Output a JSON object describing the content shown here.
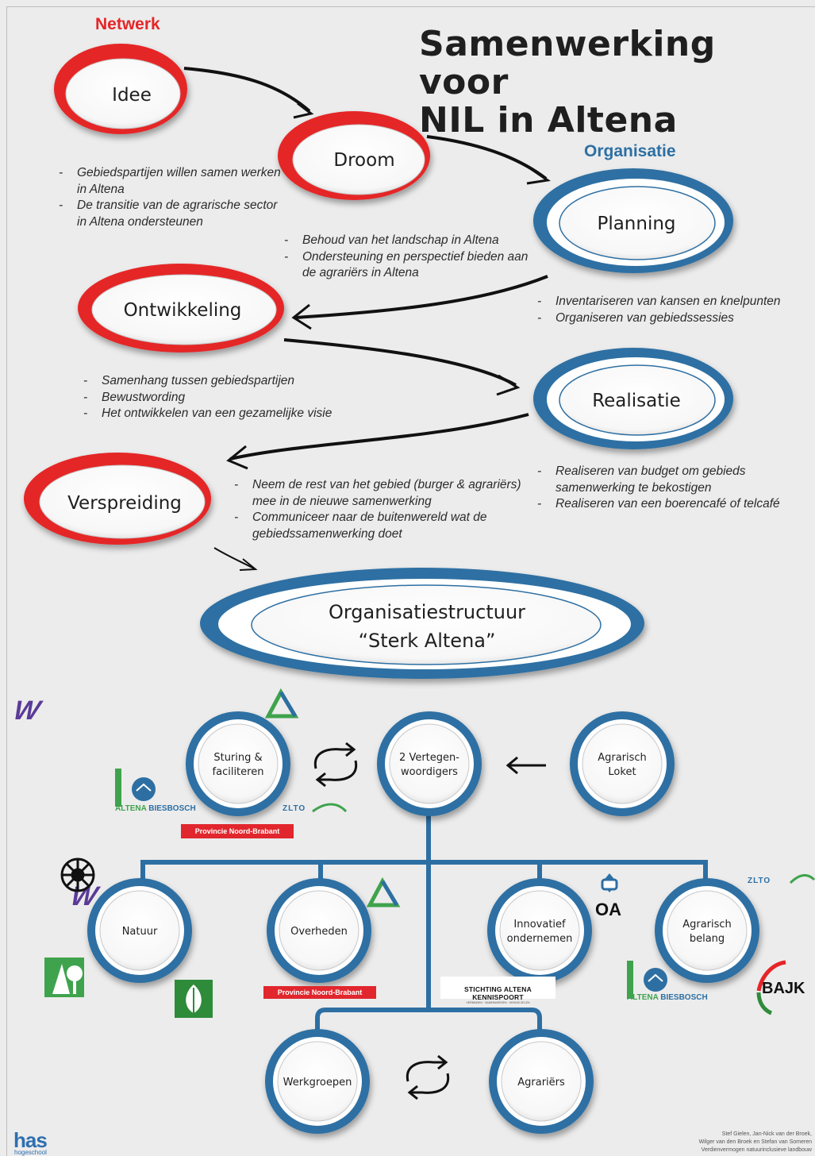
{
  "title": {
    "line1": "Samenwerking voor",
    "line2": "NIL in Altena"
  },
  "sections": {
    "network": "Netwerk",
    "organisation": "Organisatie"
  },
  "colors": {
    "red": "#e52528",
    "blue": "#2d6fa3",
    "green": "#2e8b3a",
    "purple": "#5b3a98"
  },
  "nodes": {
    "idee": "Idee",
    "droom": "Droom",
    "planning": "Planning",
    "ontwikkeling": "Ontwikkeling",
    "realisatie": "Realisatie",
    "verspreiding": "Verspreiding",
    "org_line1": "Organisatiestructuur",
    "org_line2": "“Sterk Altena”"
  },
  "bullets": {
    "idee": [
      "Gebiedspartijen willen samen werken in Altena",
      "De transitie van de agrarische sector in Altena ondersteunen"
    ],
    "droom": [
      "Behoud van het landschap in Altena",
      "Ondersteuning en perspectief bieden aan de agrariërs in Altena"
    ],
    "planning": [
      "Inventariseren van kansen en knelpunten",
      "Organiseren van gebiedssessies"
    ],
    "ontwikkeling": [
      "Samenhang tussen gebiedspartijen",
      "Bewustwording",
      "Het ontwikkelen van een gezamelijke visie"
    ],
    "realisatie": [
      "Realiseren van budget om gebieds samenwerking te bekostigen",
      "Realiseren van een boerencafé of telcafé"
    ],
    "verspreiding": [
      "Neem de rest van het gebied (burger & agrariërs) mee in de nieuwe samenwerking",
      "Communiceer naar de buitenwereld wat de gebiedssamenwerking doet"
    ]
  },
  "org": {
    "sturing": [
      "Sturing &",
      "faciliteren"
    ],
    "vertegen": [
      "2 Vertegen-",
      "woordigers"
    ],
    "loket": [
      "Agrarisch",
      "Loket"
    ],
    "natuur": [
      "Natuur"
    ],
    "overheden": [
      "Overheden"
    ],
    "innovatief": [
      "Innovatief",
      "ondernemen"
    ],
    "belang": [
      "Agrarisch",
      "belang"
    ],
    "werkgroepen": [
      "Werkgroepen"
    ],
    "agrariers": [
      "Agrariërs"
    ]
  },
  "logos": {
    "altena": "ALTENA",
    "biesbosch": "BIESBOSCH",
    "zlto": "ZLTO",
    "provincie": "Provincie Noord-Brabant",
    "oa": "OA",
    "kennispoort": "STICHTING ALTENA KENNISPOORT",
    "kennispoort_sub": "VERBINDEN · SAMENWERKEN · KENNIS DELEN",
    "bajk": "BAJK",
    "w": "W",
    "has": "has",
    "has_sub": "hogeschool"
  },
  "credits": [
    "Stef Gielen, Jan-Nick van der Broek,",
    "Wilger van den Broek en Stefan van Someren",
    "Verdienvermogen natuurinclusieve landbouw"
  ]
}
